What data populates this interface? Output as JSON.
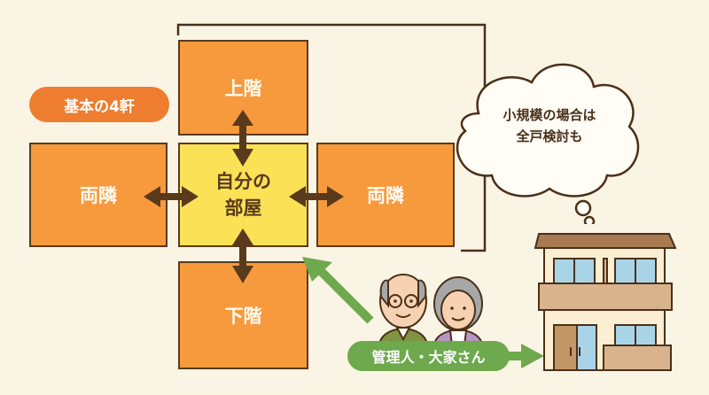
{
  "title_badge": "基本の4軒",
  "boxes": {
    "top": "上階",
    "left": "両隣",
    "center_line1": "自分の",
    "center_line2": "部屋",
    "right": "両隣",
    "bottom": "下階"
  },
  "cloud": {
    "line1": "小規模の場合は",
    "line2": "全戸検討も"
  },
  "manager_label": "管理人・大家さん",
  "colors": {
    "background": "#faf4e4",
    "orange_box": "#f79a3e",
    "center_box": "#fbe156",
    "badge": "#ee7d30",
    "arrow_brown": "#5a3a1c",
    "green": "#6fa94e"
  }
}
